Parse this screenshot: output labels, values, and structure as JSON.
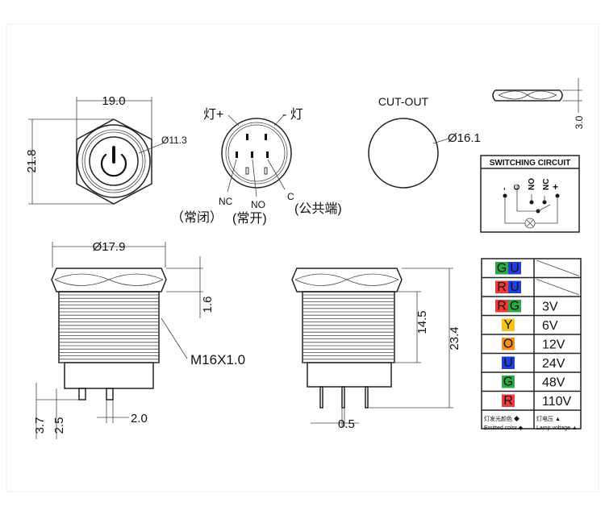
{
  "front_view": {
    "width_dim": "19.0",
    "height_dim": "21.8",
    "ring_dia": "Ø11.3"
  },
  "pin_view": {
    "lamp_plus": "灯+",
    "lamp_minus": "- 灯",
    "nc": "NC",
    "no": "NO",
    "c": "C",
    "nc_cn": "（常闭）",
    "no_cn": "(常开)",
    "c_cn": "(公共端)"
  },
  "cutout": {
    "title": "CUT-OUT",
    "dia": "Ø16.1"
  },
  "thickness_view": {
    "dim": "3.0"
  },
  "switching_circuit": {
    "title": "SWITCHING CIRCUIT",
    "pins": [
      "-",
      "C",
      "NO",
      "NC",
      "+"
    ]
  },
  "side_view_left": {
    "dia": "Ø17.9",
    "nut_height": "1.6",
    "thread": "M16X1.0",
    "dim_a": "3.7",
    "dim_b": "2.5",
    "pin_gap": "2.0"
  },
  "side_view_right": {
    "thread_len": "14.5",
    "total_len": "23.4",
    "pin_thk": "0.5"
  },
  "color_table": {
    "rows": [
      {
        "letters": [
          {
            "t": "G",
            "c": "#2aa84a"
          },
          {
            "t": "U",
            "c": "#1f3fe0"
          }
        ],
        "voltage": ""
      },
      {
        "letters": [
          {
            "t": "R",
            "c": "#ef3a3a"
          },
          {
            "t": "U",
            "c": "#1f3fe0"
          }
        ],
        "voltage": ""
      },
      {
        "letters": [
          {
            "t": "R",
            "c": "#ef3a3a"
          },
          {
            "t": "G",
            "c": "#2aa84a"
          }
        ],
        "voltage": "3V"
      },
      {
        "letters": [
          {
            "t": "Y",
            "c": "#f7c21a"
          }
        ],
        "voltage": "6V"
      },
      {
        "letters": [
          {
            "t": "O",
            "c": "#f5901e"
          }
        ],
        "voltage": "12V"
      },
      {
        "letters": [
          {
            "t": "U",
            "c": "#1f3fe0"
          }
        ],
        "voltage": "24V"
      },
      {
        "letters": [
          {
            "t": "G",
            "c": "#2aa84a"
          }
        ],
        "voltage": "48V"
      },
      {
        "letters": [
          {
            "t": "R",
            "c": "#ef3a3a"
          }
        ],
        "voltage": "110V"
      }
    ],
    "footer_left_cn": "灯发光颜色 ◆",
    "footer_left_en": "Emitted color ◆",
    "footer_right_cn": "灯电压 ▲",
    "footer_right_en": "Lamp voltage ▲"
  }
}
